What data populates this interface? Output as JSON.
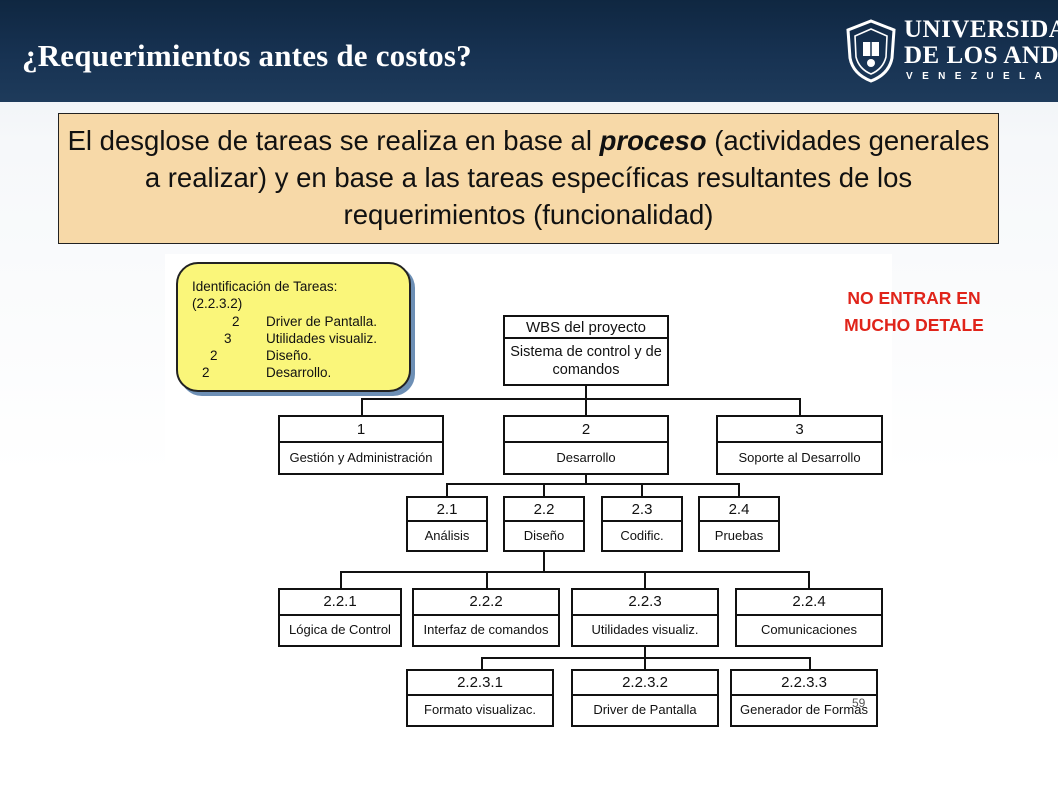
{
  "slide": {
    "title": "¿Requerimientos antes de costos?",
    "logo": {
      "line1": "UNIVERSIDAD",
      "line2": "DE LOS ANDES",
      "line3": "VENEZUELA"
    }
  },
  "callout": {
    "part1": "El desglose de tareas se realiza en base al ",
    "emphasis": "proceso",
    "part2": " (actividades generales a realizar) y en base a las tareas específicas resultantes de los requerimientos (funcionalidad)"
  },
  "note": {
    "title": "Identificación de Tareas:",
    "code": "(2.2.3.2)",
    "rows": [
      {
        "num": "2",
        "text": "Driver de Pantalla."
      },
      {
        "num": "3",
        "text": "Utilidades visualiz."
      },
      {
        "num": "2",
        "text": "Diseño."
      },
      {
        "num": "2",
        "text": "Desarrollo."
      }
    ]
  },
  "warning": {
    "line1": "NO ENTRAR EN",
    "line2": "MUCHO DETALE"
  },
  "wbs": {
    "root": {
      "num": "WBS del proyecto",
      "label": "Sistema de control y de comandos"
    },
    "level1": [
      {
        "num": "1",
        "label": "Gestión y Administración"
      },
      {
        "num": "2",
        "label": "Desarrollo"
      },
      {
        "num": "3",
        "label": "Soporte al Desarrollo"
      }
    ],
    "level2": [
      {
        "num": "2.1",
        "label": "Análisis"
      },
      {
        "num": "2.2",
        "label": "Diseño"
      },
      {
        "num": "2.3",
        "label": "Codific."
      },
      {
        "num": "2.4",
        "label": "Pruebas"
      }
    ],
    "level3": [
      {
        "num": "2.2.1",
        "label": "Lógica de Control"
      },
      {
        "num": "2.2.2",
        "label": "Interfaz de comandos"
      },
      {
        "num": "2.2.3",
        "label": "Utilidades visualiz."
      },
      {
        "num": "2.2.4",
        "label": "Comunicaciones"
      }
    ],
    "level4": [
      {
        "num": "2.2.3.1",
        "label": "Formato visualizac."
      },
      {
        "num": "2.2.3.2",
        "label": "Driver de Pantalla"
      },
      {
        "num": "2.2.3.3",
        "label": "Generador de Formas"
      }
    ]
  },
  "page_number": "59"
}
